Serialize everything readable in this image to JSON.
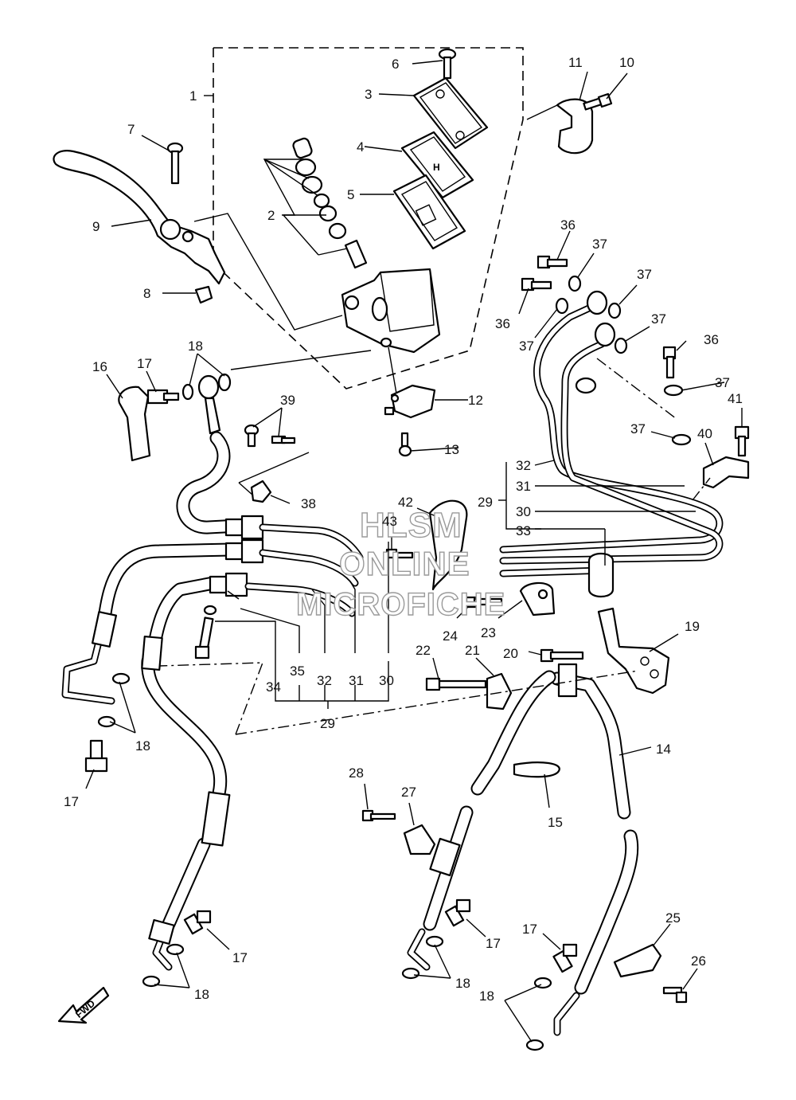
{
  "watermark": {
    "line1": "HLSM",
    "line2": "ONLINE",
    "line3": "MICROFICHE"
  },
  "direction_marker": "FWD",
  "callouts": [
    {
      "id": "c1",
      "text": "1"
    },
    {
      "id": "c2",
      "text": "2"
    },
    {
      "id": "c3",
      "text": "3"
    },
    {
      "id": "c4",
      "text": "4"
    },
    {
      "id": "c5",
      "text": "5"
    },
    {
      "id": "c6",
      "text": "6"
    },
    {
      "id": "c7",
      "text": "7"
    },
    {
      "id": "c8",
      "text": "8"
    },
    {
      "id": "c9",
      "text": "9"
    },
    {
      "id": "c10",
      "text": "10"
    },
    {
      "id": "c11",
      "text": "11"
    },
    {
      "id": "c12",
      "text": "12"
    },
    {
      "id": "c13",
      "text": "13"
    },
    {
      "id": "c14",
      "text": "14"
    },
    {
      "id": "c15",
      "text": "15"
    },
    {
      "id": "c16",
      "text": "16"
    },
    {
      "id": "c17a",
      "text": "17"
    },
    {
      "id": "c17b",
      "text": "17"
    },
    {
      "id": "c17c",
      "text": "17"
    },
    {
      "id": "c17d",
      "text": "17"
    },
    {
      "id": "c17e",
      "text": "17"
    },
    {
      "id": "c18a",
      "text": "18"
    },
    {
      "id": "c18b",
      "text": "18"
    },
    {
      "id": "c18c",
      "text": "18"
    },
    {
      "id": "c18d",
      "text": "18"
    },
    {
      "id": "c18e",
      "text": "18"
    },
    {
      "id": "c19",
      "text": "19"
    },
    {
      "id": "c20",
      "text": "20"
    },
    {
      "id": "c21",
      "text": "21"
    },
    {
      "id": "c22",
      "text": "22"
    },
    {
      "id": "c23",
      "text": "23"
    },
    {
      "id": "c24",
      "text": "24"
    },
    {
      "id": "c25",
      "text": "25"
    },
    {
      "id": "c26",
      "text": "26"
    },
    {
      "id": "c27",
      "text": "27"
    },
    {
      "id": "c28",
      "text": "28"
    },
    {
      "id": "c29a",
      "text": "29"
    },
    {
      "id": "c29b",
      "text": "29"
    },
    {
      "id": "c30a",
      "text": "30"
    },
    {
      "id": "c30b",
      "text": "30"
    },
    {
      "id": "c31a",
      "text": "31"
    },
    {
      "id": "c31b",
      "text": "31"
    },
    {
      "id": "c32a",
      "text": "32"
    },
    {
      "id": "c32b",
      "text": "32"
    },
    {
      "id": "c33",
      "text": "33"
    },
    {
      "id": "c34",
      "text": "34"
    },
    {
      "id": "c35",
      "text": "35"
    },
    {
      "id": "c36a",
      "text": "36"
    },
    {
      "id": "c36b",
      "text": "36"
    },
    {
      "id": "c36c",
      "text": "36"
    },
    {
      "id": "c37a",
      "text": "37"
    },
    {
      "id": "c37b",
      "text": "37"
    },
    {
      "id": "c37c",
      "text": "37"
    },
    {
      "id": "c37d",
      "text": "37"
    },
    {
      "id": "c37e",
      "text": "37"
    },
    {
      "id": "c37f",
      "text": "37"
    },
    {
      "id": "c38",
      "text": "38"
    },
    {
      "id": "c39",
      "text": "39"
    },
    {
      "id": "c40",
      "text": "40"
    },
    {
      "id": "c41",
      "text": "41"
    },
    {
      "id": "c42",
      "text": "42"
    },
    {
      "id": "c43",
      "text": "43"
    }
  ]
}
